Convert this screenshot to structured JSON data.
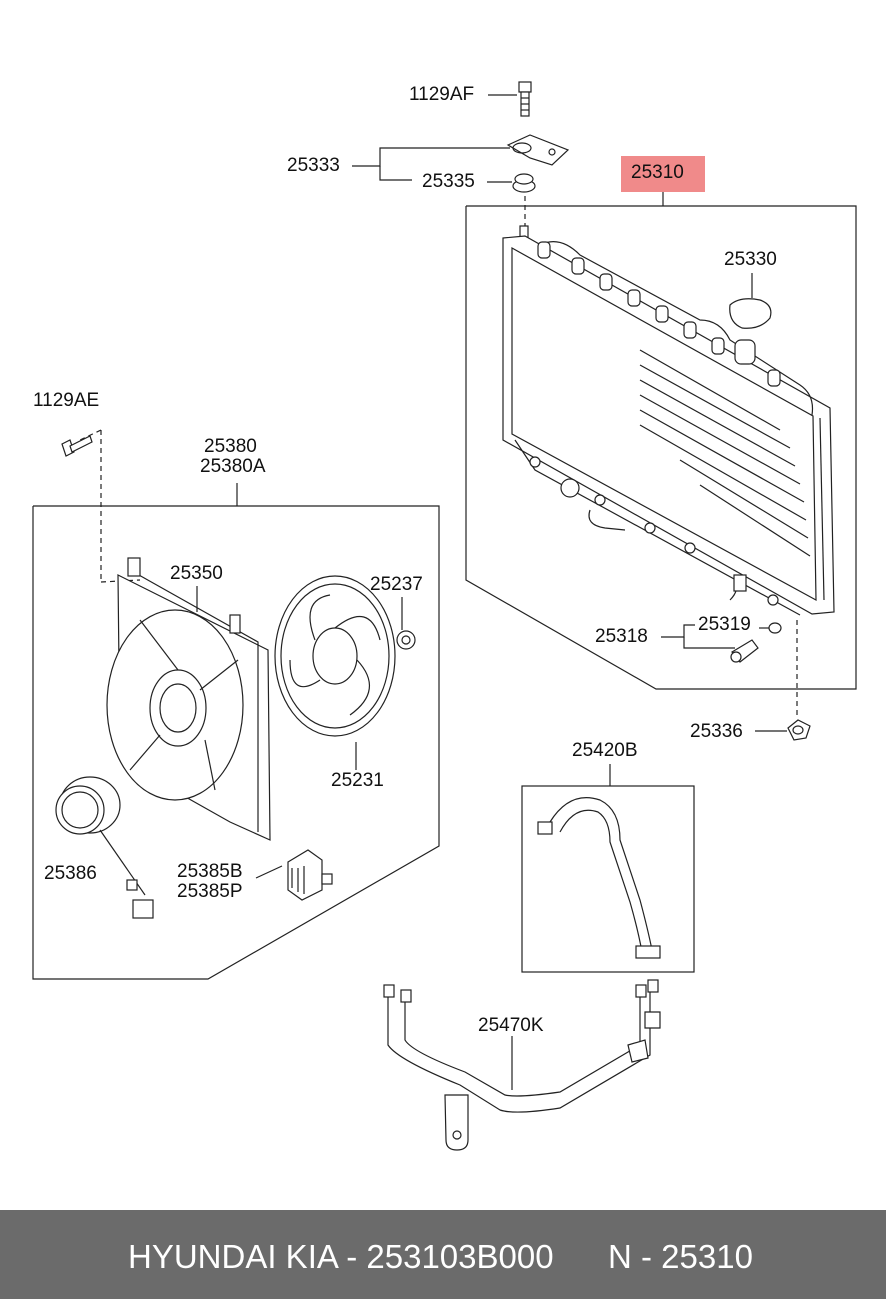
{
  "highlight_part": "25310",
  "labels": {
    "l_1129AF": "1129AF",
    "l_25333": "25333",
    "l_25335": "25335",
    "l_25310": "25310",
    "l_25330": "25330",
    "l_1129AE": "1129AE",
    "l_25380": "25380",
    "l_25380A": "25380A",
    "l_25350": "25350",
    "l_25237": "25237",
    "l_25231": "25231",
    "l_25386": "25386",
    "l_25385B": "25385B",
    "l_25385P": "25385P",
    "l_25318": "25318",
    "l_25319": "25319",
    "l_25336": "25336",
    "l_25420B": "25420B",
    "l_25470K": "25470K"
  },
  "footer": {
    "brand_part": "HYUNDAI KIA - 253103B000",
    "ref": "N - 25310"
  },
  "colors": {
    "highlight": "#f08a8a",
    "footer_bg": "#6b6b6b",
    "footer_text": "#ffffff"
  }
}
